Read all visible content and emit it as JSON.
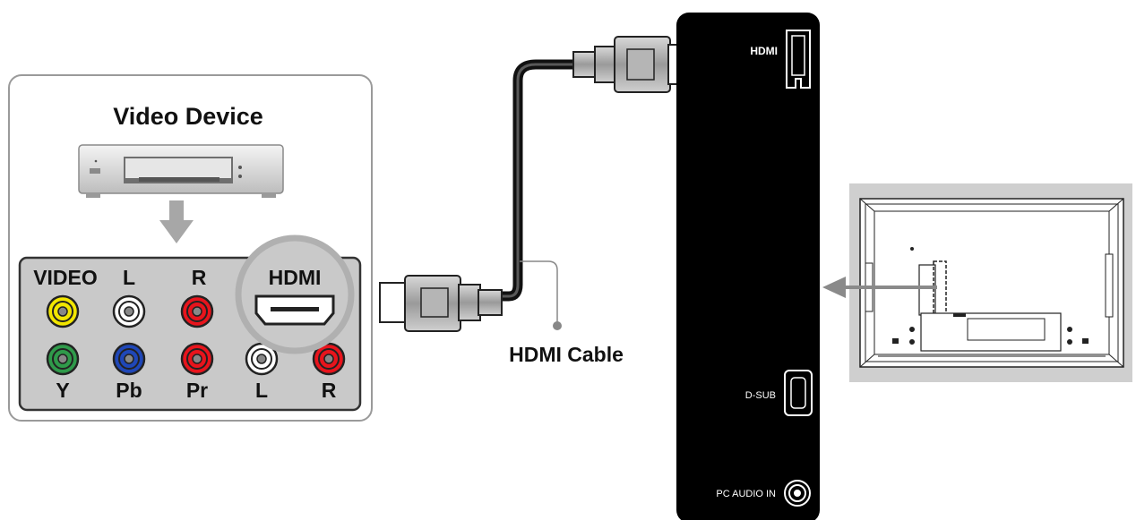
{
  "device": {
    "title": "Video Device",
    "jacks_top": [
      "VIDEO",
      "L",
      "R"
    ],
    "jacks_bottom": [
      "Y",
      "Pb",
      "Pr",
      "L",
      "R"
    ],
    "hdmi_port_label": "HDMI"
  },
  "cable": {
    "label": "HDMI Cable"
  },
  "tv_panel": {
    "hdmi_label": "HDMI",
    "dsub_label": "D-SUB",
    "audio_label": "PC AUDIO IN"
  },
  "colors": {
    "yellow": "#f2e600",
    "white": "#ffffff",
    "red": "#e8141c",
    "green": "#2f9a4a",
    "blue": "#1f47b8",
    "panel_black": "#000000",
    "device_panel_gray": "#c9c9c9",
    "tv_back_gray": "#cfcfcf"
  }
}
